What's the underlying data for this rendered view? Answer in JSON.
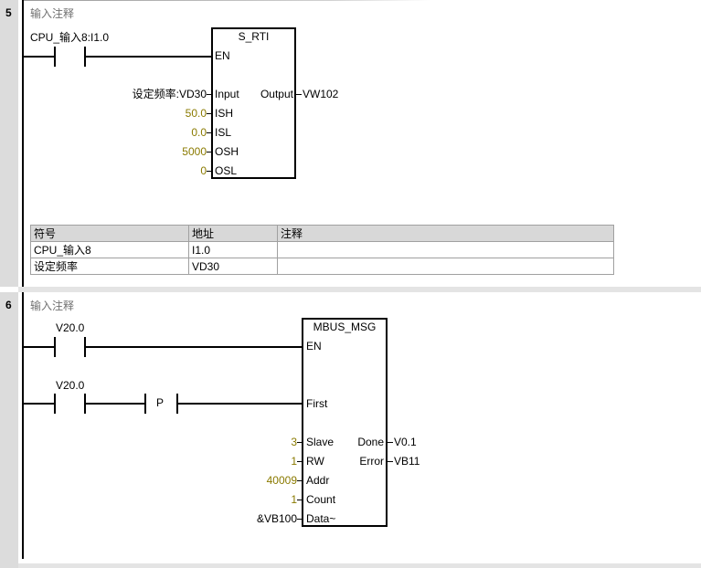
{
  "network5": {
    "number": "5",
    "comment": "输入注释",
    "contact": {
      "label": "CPU_输入8:I1.0"
    },
    "block": {
      "title": "S_RTI",
      "en": "EN",
      "inputs": [
        {
          "pin": "Input",
          "value": "设定频率:VD30"
        },
        {
          "pin": "ISH",
          "value": "50.0"
        },
        {
          "pin": "ISL",
          "value": "0.0"
        },
        {
          "pin": "OSH",
          "value": "5000"
        },
        {
          "pin": "OSL",
          "value": "0"
        }
      ],
      "outputs": [
        {
          "pin": "Output",
          "value": "VW102"
        }
      ]
    },
    "symbol_table": {
      "headers": [
        "符号",
        "地址",
        "注释"
      ],
      "rows": [
        [
          "CPU_输入8",
          "I1.0",
          ""
        ],
        [
          "设定频率",
          "VD30",
          ""
        ]
      ]
    }
  },
  "network6": {
    "number": "6",
    "comment": "输入注释",
    "contact1": {
      "label": "V20.0"
    },
    "contact2": {
      "label": "V20.0"
    },
    "pulse": {
      "label": "P"
    },
    "block": {
      "title": "MBUS_MSG",
      "en": "EN",
      "first": "First",
      "inputs": [
        {
          "pin": "Slave",
          "value": "3"
        },
        {
          "pin": "RW",
          "value": "1"
        },
        {
          "pin": "Addr",
          "value": "40009"
        },
        {
          "pin": "Count",
          "value": "1"
        },
        {
          "pin": "Data~",
          "value": "&VB100"
        }
      ],
      "outputs": [
        {
          "pin": "Done",
          "value": "V0.1"
        },
        {
          "pin": "Error",
          "value": "VB11"
        }
      ]
    }
  }
}
